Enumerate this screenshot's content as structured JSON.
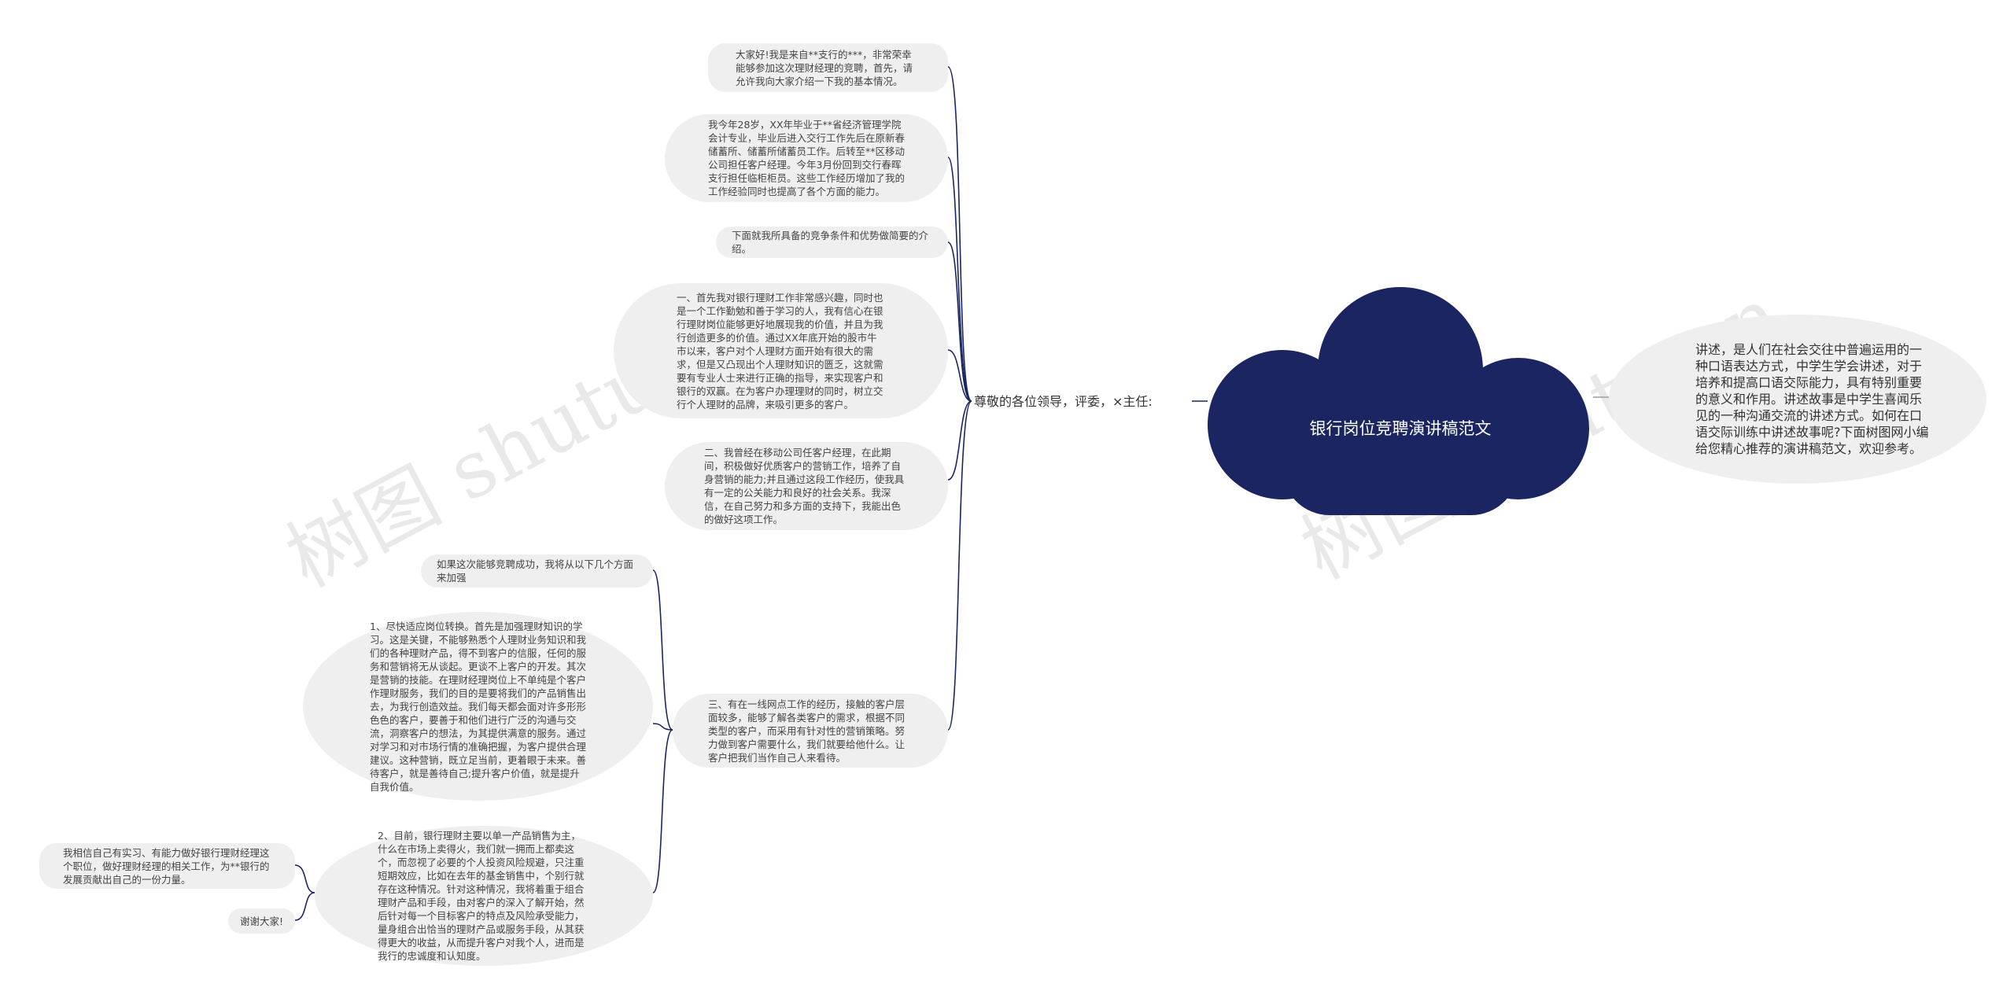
{
  "center": {
    "title": "银行岗位竞聘演讲稿范文"
  },
  "right_desc": "讲述，是人们在社会交往中普遍运用的一种口语表达方式，中学生学会讲述，对于培养和提高口语交际能力，具有特别重要的意义和作用。讲述故事是中学生喜闻乐见的一种沟通交流的讲述方式。如何在口语交际训练中讲述故事呢?下面树图网小编给您精心推荐的演讲稿范文，欢迎参考。",
  "hub": "尊敬的各位领导，评委，×主任:",
  "nodes": {
    "n1": "大家好!我是来自**支行的***，非常荣幸能够参加这次理财经理的竞聘，首先，请允许我向大家介绍一下我的基本情况。",
    "n2": "我今年28岁，XX年毕业于**省经济管理学院会计专业，毕业后进入交行工作先后在原新春储蓄所、储蓄所储蓄员工作。后转至**区移动公司担任客户经理。今年3月份回到交行春晖支行担任临柜柜员。这些工作经历增加了我的工作经验同时也提高了各个方面的能力。",
    "n3": "下面就我所具备的竞争条件和优势做简要的介绍。",
    "n4": "一、首先我对银行理财工作非常感兴趣，同时也是一个工作勤勉和善于学习的人，我有信心在银行理财岗位能够更好地展现我的价值，并且为我行创造更多的价值。通过XX年底开始的股市牛市以来，客户对个人理财方面开始有很大的需求，但是又凸现出个人理财知识的匮乏，这就需要有专业人士来进行正确的指导，来实现客户和银行的双赢。在为客户办理理财的同时，树立交行个人理财的品牌，来吸引更多的客户。",
    "n5": "二、我曾经在移动公司任客户经理，在此期间，积极做好优质客户的营销工作，培养了自身营销的能力;并且通过这段工作经历，使我具有一定的公关能力和良好的社会关系。我深信，在自己努力和多方面的支持下，我能出色的做好这项工作。",
    "n6": "三、有在一线网点工作的经历，接触的客户层面较多，能够了解各类客户的需求，根据不同类型的客户，而采用有针对性的营销策略。努力做到客户需要什么，我们就要给他什么。让客户把我们当作自己人来看待。",
    "n7": "如果这次能够竞聘成功，我将从以下几个方面来加强",
    "n8": "1、尽快适应岗位转换。首先是加强理财知识的学习。这是关键，不能够熟悉个人理财业务知识和我们的各种理财产品，得不到客户的信服，任何的服务和营销将无从谈起。更谈不上客户的开发。其次是营销的技能。在理财经理岗位上不单纯是个客户作理财服务，我们的目的是要将我们的产品销售出去，为我行创造效益。我们每天都会面对许多形形色色的客户，要善于和他们进行广泛的沟通与交流，洞察客户的想法，为其提供满意的服务。通过对学习和对市场行情的准确把握，为客户提供合理建议。这种营销，既立足当前，更着眼于未来。善待客户，就是善待自己;提升客户价值，就是提升自我价值。",
    "n9": "2、目前，银行理财主要以单一产品销售为主，什么在市场上卖得火，我们就一拥而上都卖这个，而忽视了必要的个人投资风险规避，只注重短期效应，比如在去年的基金销售中，个别行就存在这种情况。针对这种情况，我将着重于组合理财产品和手段，由对客户的深入了解开始，然后针对每一个目标客户的特点及风险承受能力，量身组合出恰当的理财产品或服务手段，从其获得更大的收益，从而提升客户对我个人，进而是我行的忠诚度和认知度。",
    "n10": "我相信自己有实习、有能力做好银行理财经理这个职位，做好理财经理的相关工作，为**银行的发展贡献出自己的一份力量。",
    "n11": "谢谢大家!"
  },
  "watermarks": [
    "树图 shutu.cn",
    "树图 shutu.cn"
  ],
  "colors": {
    "center_fill": "#1a2562",
    "node_fill": "#efefef",
    "link": "#1a2562",
    "right_link": "#999999"
  }
}
